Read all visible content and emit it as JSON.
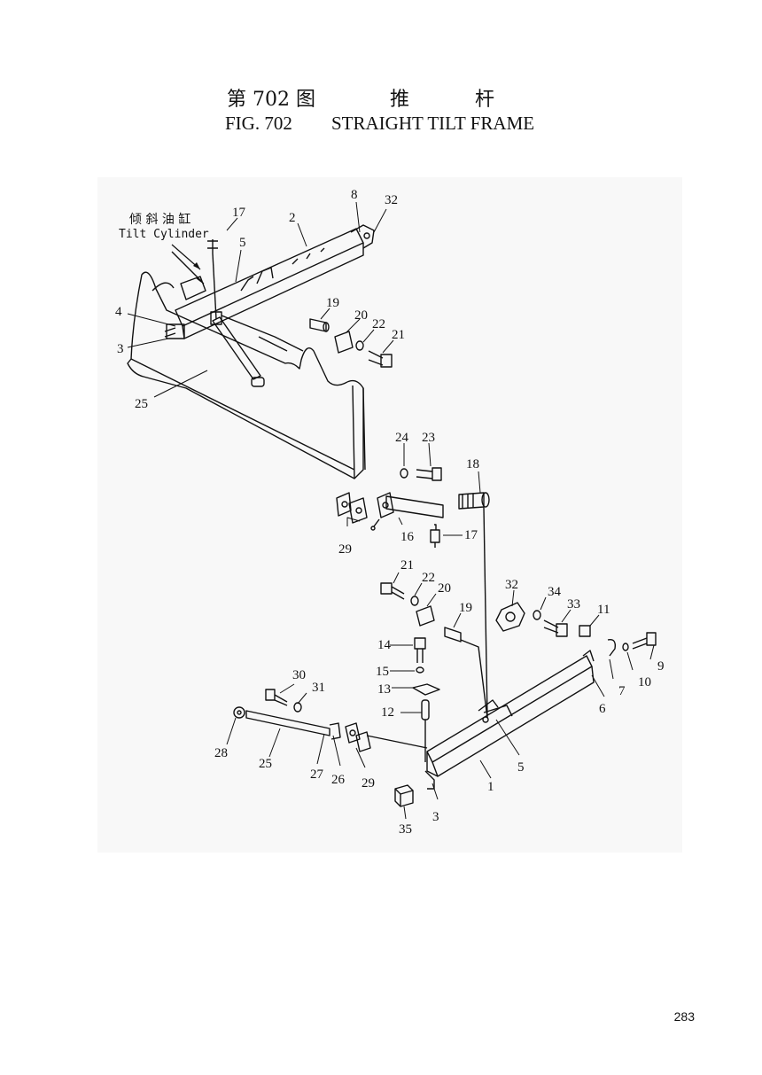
{
  "header": {
    "fig_cn": "第 702 图",
    "name_cn_1": "推",
    "name_cn_2": "杆",
    "fig_en": "FIG. 702",
    "name_en": "STRAIGHT TILT FRAME"
  },
  "annotation": {
    "cn": "倾 斜 油 缸",
    "en": "Tilt Cylinder"
  },
  "callouts": {
    "upper": [
      "17",
      "2",
      "8",
      "32",
      "5",
      "4",
      "3",
      "19",
      "20",
      "22",
      "21",
      "25"
    ],
    "middle": [
      "24",
      "23",
      "18",
      "16",
      "17",
      "29"
    ],
    "lower": [
      "21",
      "22",
      "20",
      "19",
      "32",
      "34",
      "33",
      "11",
      "14",
      "15",
      "13",
      "12",
      "9",
      "10",
      "7",
      "6",
      "30",
      "31",
      "28",
      "25",
      "27",
      "26",
      "29",
      "5",
      "1",
      "3",
      "35"
    ]
  },
  "footer": {
    "page_number": "283"
  }
}
